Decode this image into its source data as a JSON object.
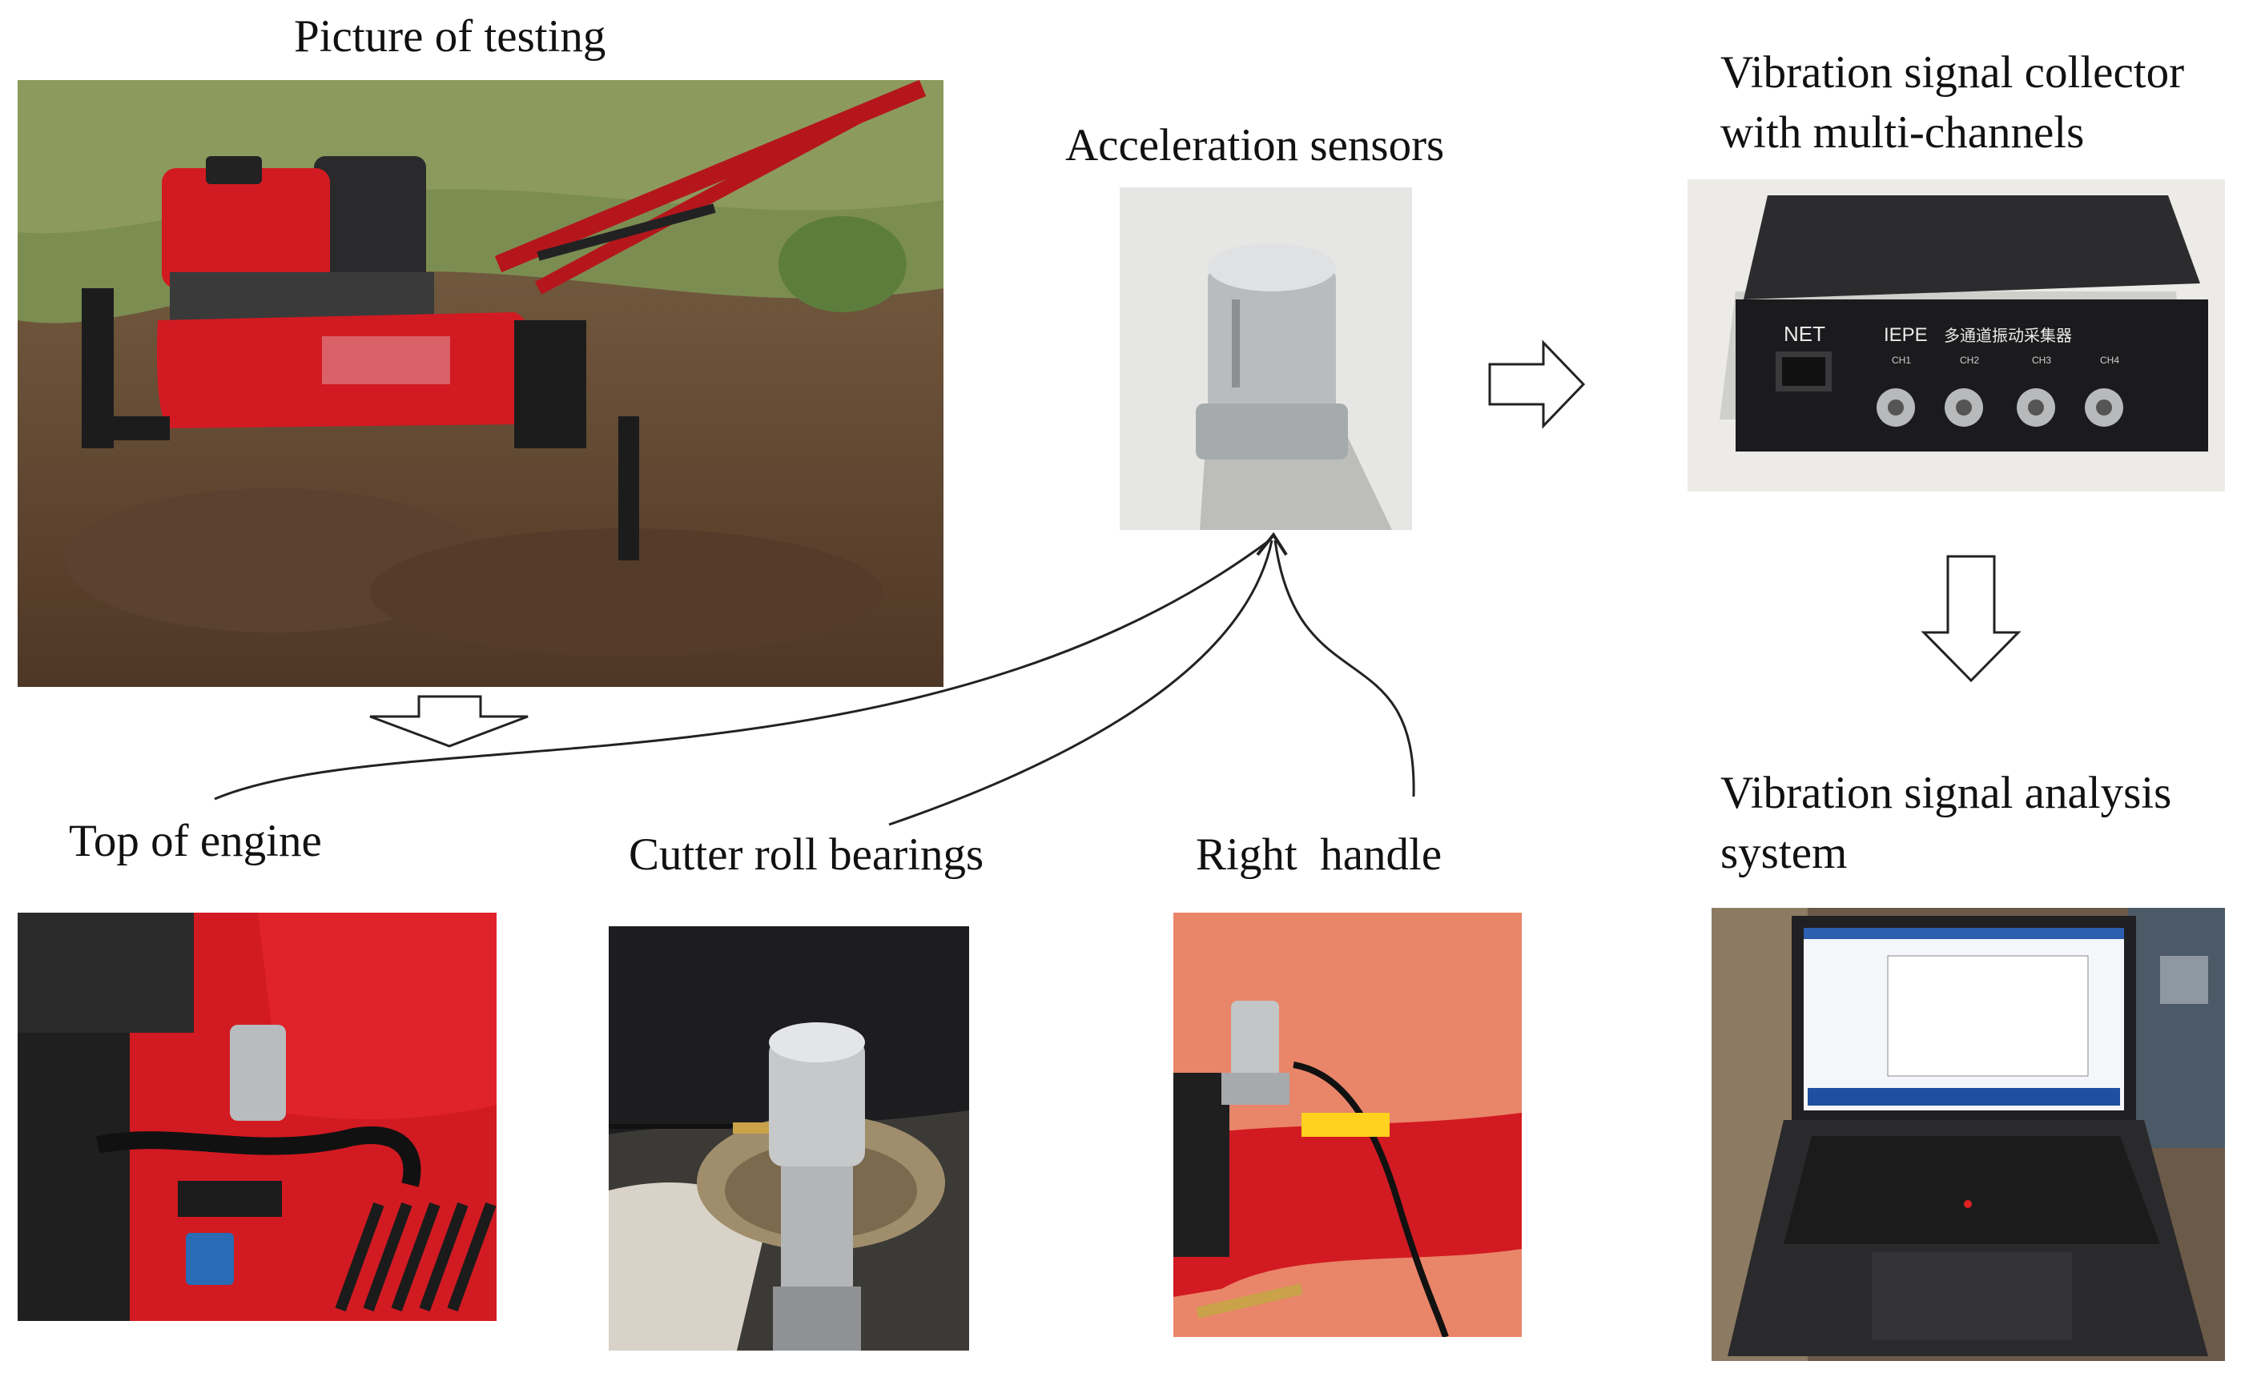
{
  "labels": {
    "picture_of_testing": "Picture of testing",
    "acceleration_sensors": "Acceleration sensors",
    "collector_line1": "Vibration signal collector",
    "collector_line2": "with multi-channels",
    "analysis_line1": "Vibration signal analysis",
    "analysis_line2": "system",
    "top_of_engine": "Top of engine",
    "cutter_roll_bearings": "Cutter roll bearings",
    "right_handle": "Right  handle"
  },
  "device_panel": {
    "net": "NET",
    "iepe": "IEPE",
    "chinese_title": "多通道振动采集器",
    "channels": [
      "CH1",
      "CH2",
      "CH3",
      "CH4"
    ]
  },
  "colors": {
    "tiller_red": "#d21a22",
    "soil": "#6b5138",
    "grass": "#6f8a45",
    "device_black": "#1b1b1d",
    "sensor_steel": "#b9bcbf",
    "arrow_stroke": "#222222",
    "cable": "#1a1a1a"
  }
}
